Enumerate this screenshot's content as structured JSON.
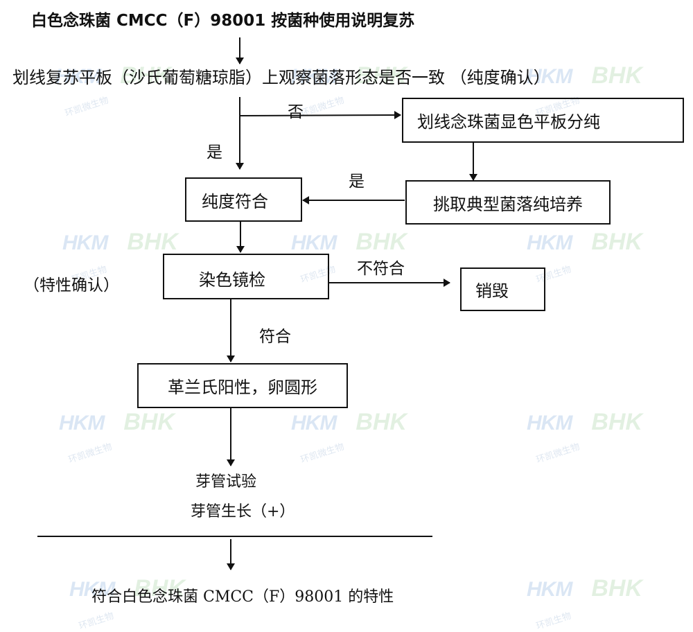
{
  "title": "白色念珠菌 CMCC（F）98001 按菌种使用说明复苏",
  "step1": "划线复苏平板（沙氏葡萄糖琼脂）上观察菌落形态是否一致 （纯度确认）",
  "label_no": "否",
  "label_yes_down": "是",
  "box_chromogenic": "划线念珠菌显色平板分纯",
  "label_yes_left": "是",
  "box_pick_colony": "挑取典型菌落纯培养",
  "box_purity_ok": "纯度符合",
  "side_label_identity": "（特性确认）",
  "box_stain": "染色镜检",
  "label_not_conform": "不符合",
  "box_destroy": "销毁",
  "label_conform": "符合",
  "box_gram": "革兰氏阳性，卵圆形",
  "germ_tube_test": "芽管试验",
  "germ_tube_result": "芽管生长（+）",
  "conclusion": "符合白色念珠菌 CMCC（F）98001 的特性",
  "watermark": {
    "logo_left": "HKM",
    "logo_right": "BHK",
    "text": "环凯微生物",
    "text_alt": "环凯生物"
  },
  "colors": {
    "line": "#111111",
    "background": "#ffffff",
    "watermark_blue": "#5b8fd0",
    "watermark_green": "#7dc07a"
  }
}
